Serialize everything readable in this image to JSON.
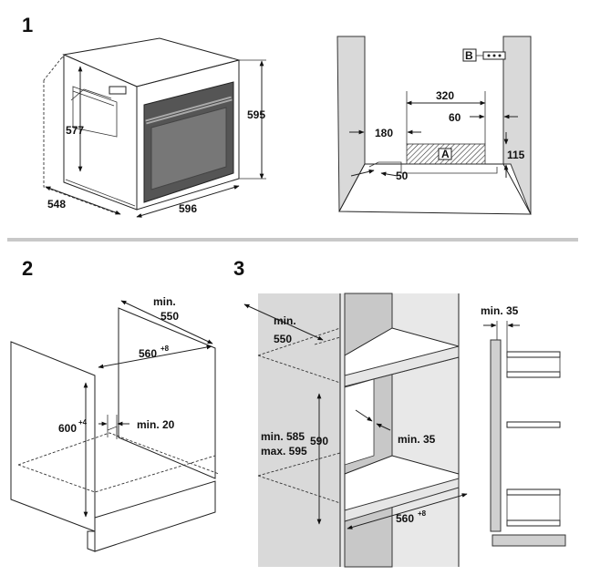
{
  "steps": {
    "s1": "1",
    "s2": "2",
    "s3": "3"
  },
  "fig1_oven": {
    "height": "595",
    "depth": "548",
    "width": "596",
    "inner": "577"
  },
  "fig1_detail": {
    "d320": "320",
    "d60": "60",
    "d180": "180",
    "d115": "115",
    "d50": "50",
    "label_a": "A",
    "label_b": "B"
  },
  "fig2": {
    "min550_line1": "min.",
    "min550_line2": "550",
    "w560": "560",
    "w560_sup": "+8",
    "h600": "600",
    "h600_sup": "+4",
    "min20": "min. 20"
  },
  "fig3": {
    "min550_line1": "min.",
    "min550_line2": "550",
    "range_line1": "min. 585",
    "range_line2": "max. 595",
    "h590": "590",
    "min35_inner": "min. 35",
    "w560": "560",
    "w560_sup": "+8",
    "min35_side": "min. 35"
  },
  "colors": {
    "wall": "#d9d9d9",
    "separator": "#c8c8c8",
    "hatch": "#333333"
  }
}
